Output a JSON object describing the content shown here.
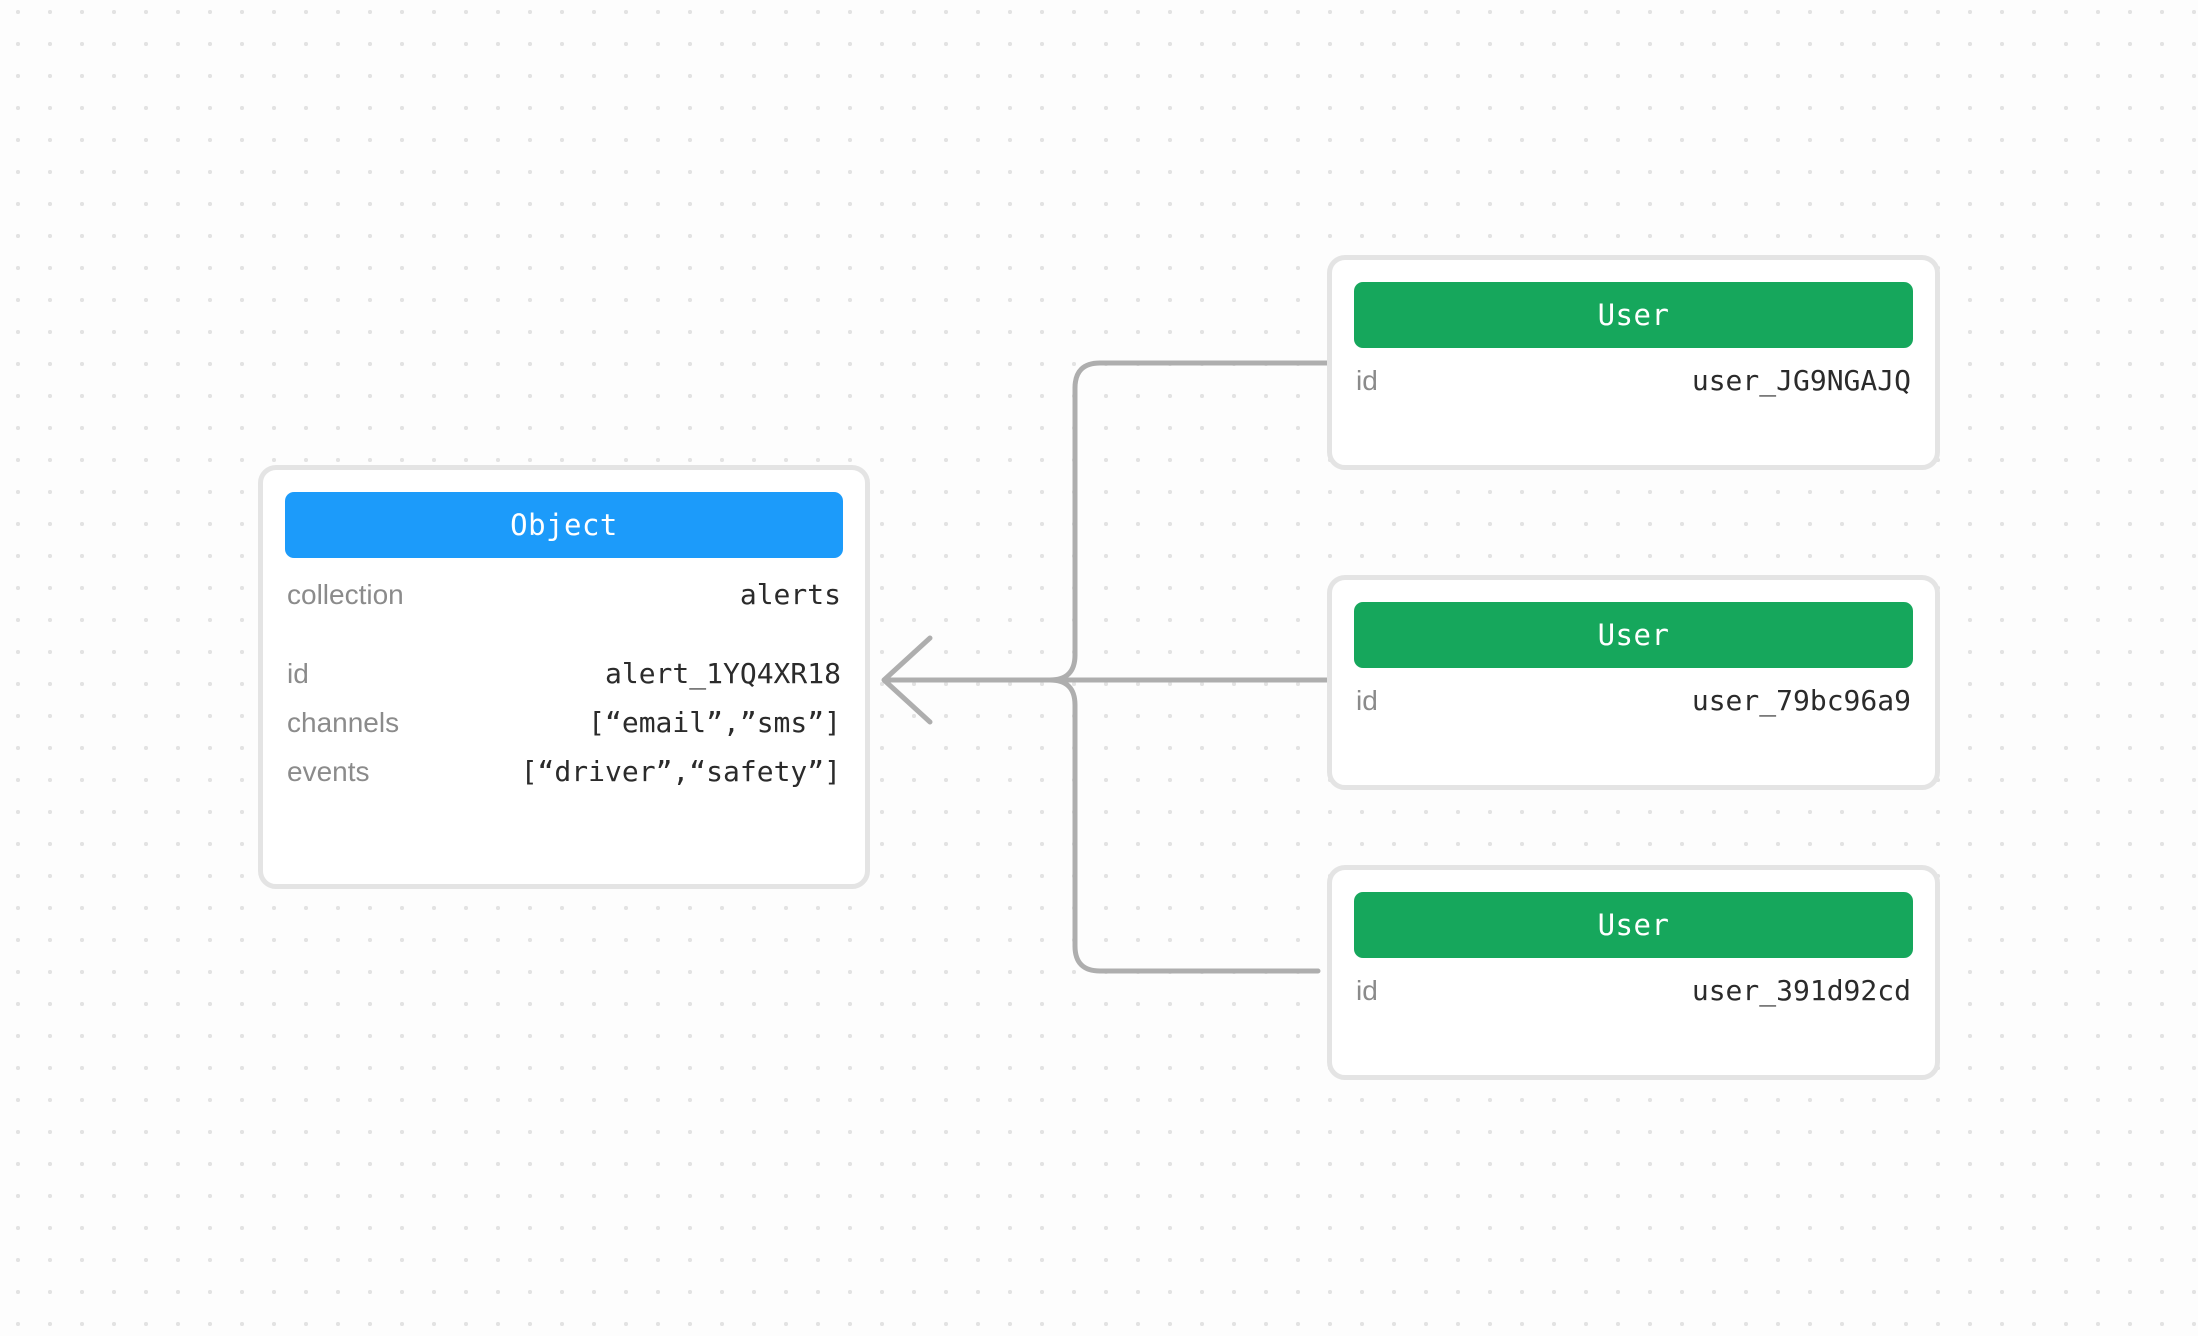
{
  "canvas": {
    "background_color": "#fdfdfd",
    "dot_color": "#e3e3e3",
    "edge_color": "#aeaeae",
    "card_border_color": "#e4e4e4"
  },
  "object_node": {
    "type_label": "Object",
    "header_color": "#1c9bfa",
    "groups": [
      {
        "fields": [
          {
            "key": "collection",
            "value": "alerts"
          }
        ]
      },
      {
        "fields": [
          {
            "key": "id",
            "value": "alert_1YQ4XR18"
          },
          {
            "key": "channels",
            "value": "[“email”,”sms”]"
          },
          {
            "key": "events",
            "value": "[“driver”,“safety”]"
          }
        ]
      }
    ]
  },
  "user_nodes": [
    {
      "type_label": "User",
      "header_color": "#16a75c",
      "fields": [
        {
          "key": "id",
          "value": "user_JG9NGAJQ"
        }
      ]
    },
    {
      "type_label": "User",
      "header_color": "#16a75c",
      "fields": [
        {
          "key": "id",
          "value": "user_79bc96a9"
        }
      ]
    },
    {
      "type_label": "User",
      "header_color": "#16a75c",
      "fields": [
        {
          "key": "id",
          "value": "user_391d92cd"
        }
      ]
    }
  ],
  "edges": [
    {
      "from": "user_nodes.0",
      "to": "object_node",
      "style": "orthogonal",
      "arrow": "to-object"
    },
    {
      "from": "user_nodes.1",
      "to": "object_node",
      "style": "straight",
      "arrow": "to-object"
    },
    {
      "from": "user_nodes.2",
      "to": "object_node",
      "style": "orthogonal",
      "arrow": "to-object"
    }
  ]
}
